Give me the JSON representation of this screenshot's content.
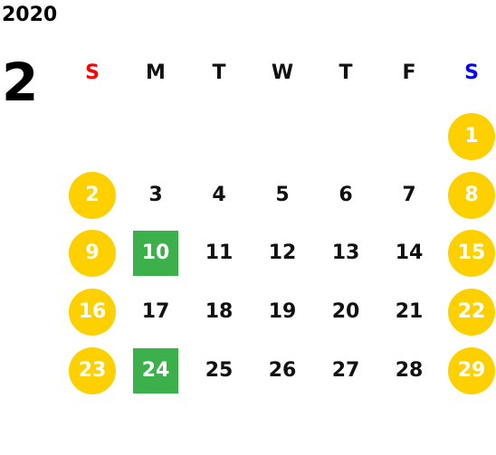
{
  "calendar": {
    "year": "2020",
    "month": "2",
    "weekdays": [
      "S",
      "M",
      "T",
      "W",
      "T",
      "F",
      "S"
    ],
    "weekday_colors": [
      "#ff0000",
      "#111111",
      "#111111",
      "#111111",
      "#111111",
      "#111111",
      "#0000ff"
    ],
    "weekend_color": "#ffd000",
    "marked_color": "#3cb04a",
    "weeks": [
      [
        "",
        "",
        "",
        "",
        "",
        "",
        "1"
      ],
      [
        "2",
        "3",
        "4",
        "5",
        "6",
        "7",
        "8"
      ],
      [
        "9",
        "10",
        "11",
        "12",
        "13",
        "14",
        "15"
      ],
      [
        "16",
        "17",
        "18",
        "19",
        "20",
        "21",
        "22"
      ],
      [
        "23",
        "24",
        "25",
        "26",
        "27",
        "28",
        "29"
      ]
    ],
    "marked_days": [
      "10",
      "24"
    ]
  }
}
